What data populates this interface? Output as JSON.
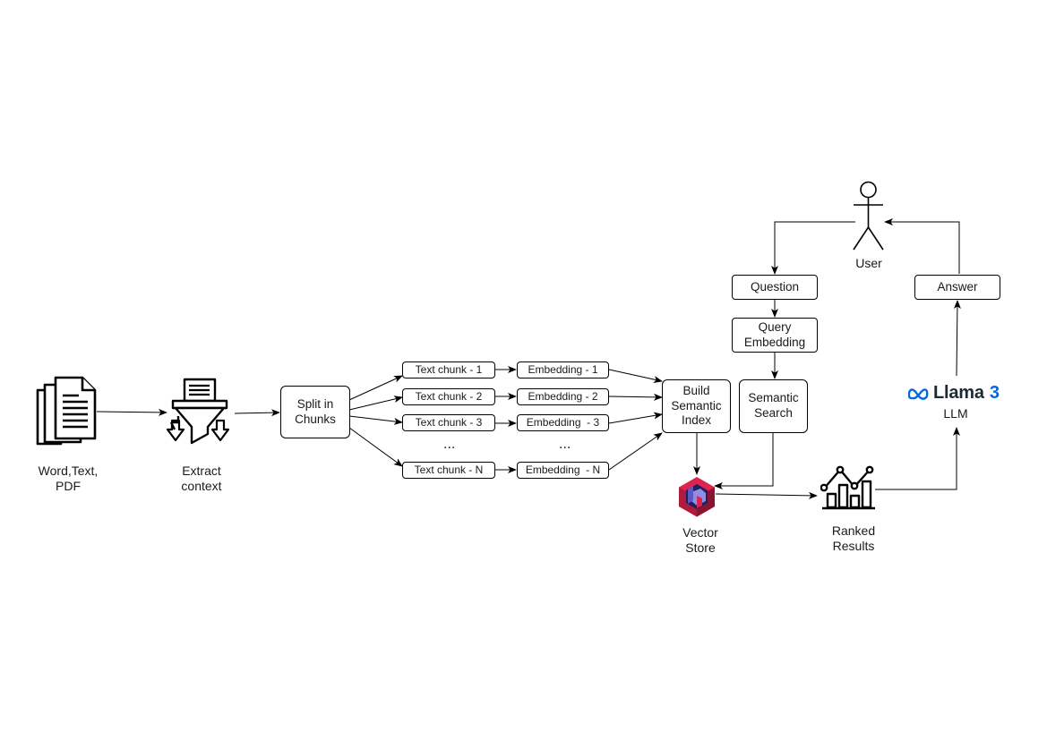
{
  "nodes": {
    "documents_label": "Word,Text,\nPDF",
    "extract_label": "Extract\ncontext",
    "split": "Split in\nChunks",
    "chunks": [
      "Text chunk - 1",
      "Text chunk - 2",
      "Text chunk - 3",
      "Text chunk - N"
    ],
    "embeddings": [
      "Embedding - 1",
      "Embedding - 2",
      "Embedding  - 3",
      "Embedding  - N"
    ],
    "ellipsis": "...",
    "build_index": "Build\nSemantic\nIndex",
    "semantic_search": "Semantic\nSearch",
    "question": "Question",
    "query_embedding": "Query\nEmbedding",
    "answer": "Answer",
    "user_label": "User",
    "vector_store_label": "Vector\nStore",
    "ranked_label": "Ranked\nResults",
    "llm_brand": "Llama",
    "llm_version": "3",
    "llm_label": "LLM"
  },
  "icons": {
    "documents": "documents-icon",
    "extract": "funnel-filter-icon",
    "user": "stick-figure-icon",
    "vector_store": "qdrant-logo-icon",
    "ranked": "bar-chart-trend-icon",
    "llm": "meta-llama-logo-icon"
  },
  "colors": {
    "line": "#000000",
    "qdrant_red": "#dc244c",
    "qdrant_navy": "#1f1f63",
    "qdrant_lavender": "#8e8ee6",
    "meta_blue": "#0467df"
  }
}
